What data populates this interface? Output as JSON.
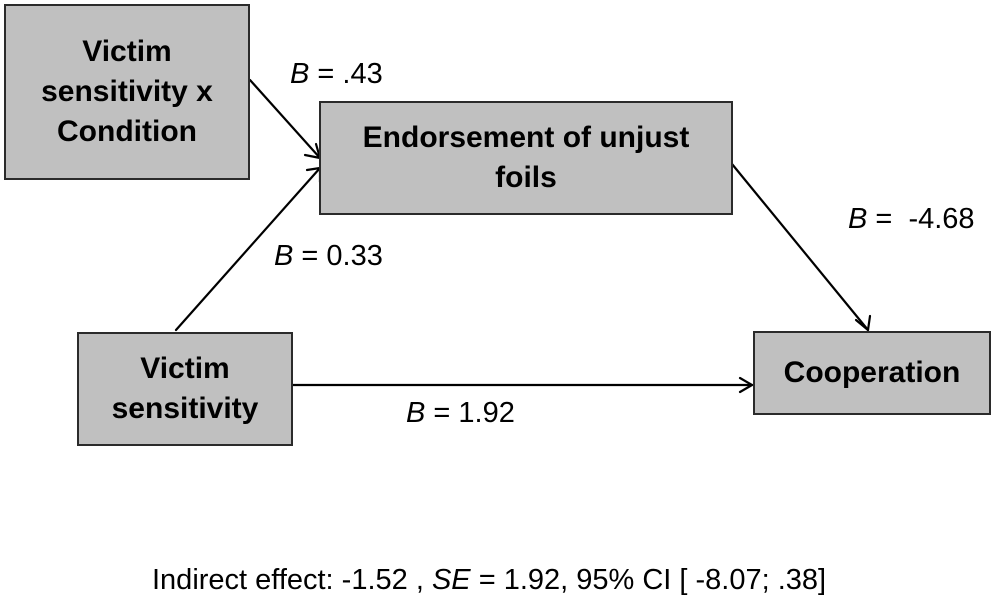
{
  "nodes": {
    "interaction": {
      "line1": "Victim",
      "line2": "sensitivity x",
      "line3": "Condition"
    },
    "mediator": {
      "line1": "Endorsement of unjust",
      "line2": "foils"
    },
    "predictor": {
      "line1": "Victim",
      "line2": "sensitivity"
    },
    "outcome": {
      "line1": "Cooperation"
    }
  },
  "paths": {
    "interaction_to_mediator": {
      "symbol": "B",
      "eq": " = .43"
    },
    "predictor_to_mediator": {
      "symbol": "B",
      "eq": " = 0.33"
    },
    "mediator_to_outcome": {
      "symbol": "B",
      "eq": " =  -4.68"
    },
    "predictor_to_outcome": {
      "symbol": "B",
      "eq": " = 1.92"
    }
  },
  "footnote": {
    "part1": "Indirect effect: -1.52 , ",
    "se_symbol": "SE",
    "part2": " = 1.92, 95% CI [ -8.07; .38]"
  },
  "colors": {
    "box_fill": "#c0c0c0",
    "box_border": "#2b2b2b",
    "arrow": "#000000"
  }
}
